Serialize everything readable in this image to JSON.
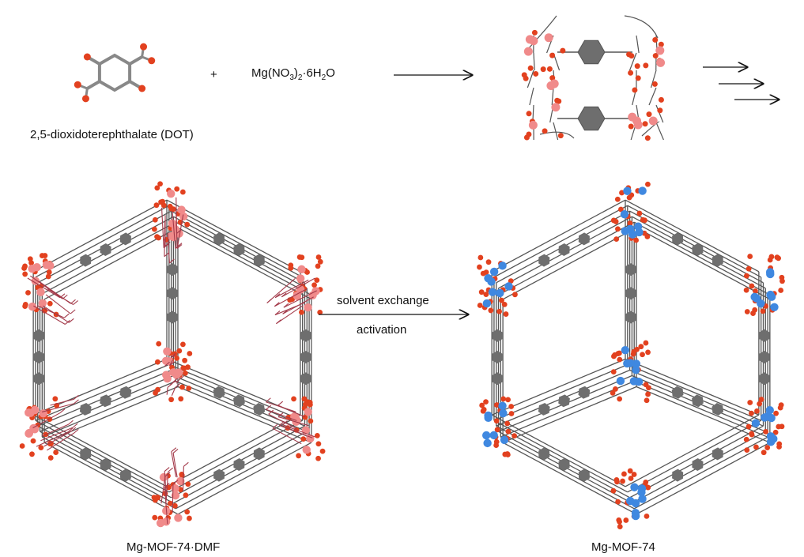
{
  "reaction": {
    "linker_label": "2,5-dioxidoterephthalate (DOT)",
    "plus": "+",
    "metal_salt": {
      "prefix": "Mg(NO",
      "sub1": "3",
      "mid": ")",
      "sub2": "2",
      "dot_h": "·6H",
      "sub3": "2",
      "suffix": "O"
    }
  },
  "conversion": {
    "top_label": "solvent exchange",
    "bottom_label": "activation"
  },
  "products": {
    "left_label": "Mg-MOF-74·DMF",
    "right_label": "Mg-MOF-74"
  },
  "colors": {
    "oxygen": "#e2411f",
    "magnesium_solvated": "#f08a8a",
    "magnesium_open": "#3f88e0",
    "benzene": "#6e6e6e",
    "bond": "#555555",
    "dmf": "#a33a4a"
  }
}
